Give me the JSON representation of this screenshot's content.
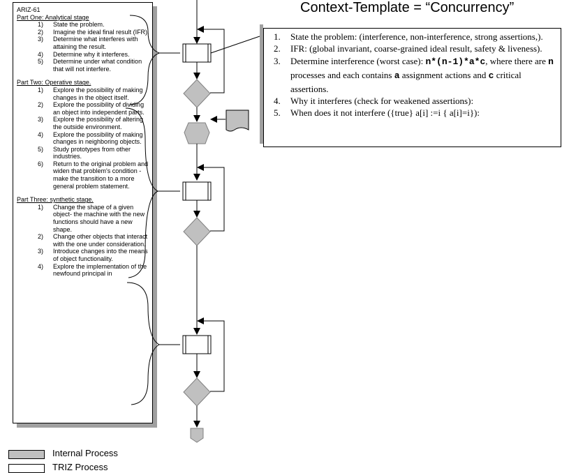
{
  "context_title": "Context-Template = “Concurrency”",
  "ariz": {
    "title": "ARIZ-61",
    "parts": [
      {
        "title": "Part One: Analytical stage",
        "steps": [
          {
            "num": "1)",
            "text": "State the problem."
          },
          {
            "num": "2)",
            "text": "Imagine the ideal final result (IFR)."
          },
          {
            "num": "3)",
            "text": "Determine what interferes with attaining the result."
          },
          {
            "num": "4)",
            "text": "Determine why it interferes."
          },
          {
            "num": "5)",
            "text": "Determine under what condition that will not interfere."
          }
        ]
      },
      {
        "title": "Part Two: Operative stage.",
        "steps": [
          {
            "num": "1)",
            "text": "Explore the possibility of making changes in the object itself."
          },
          {
            "num": "2)",
            "text": "Explore the possibility of dividing an object into independent parts."
          },
          {
            "num": "3)",
            "text": "Explore the possibility of altering the outside environment."
          },
          {
            "num": "4)",
            "text": "Explore the possibility of making changes in neighboring objects."
          },
          {
            "num": "5)",
            "text": "Study prototypes from other industries."
          },
          {
            "num": "6)",
            "text": "Return to the original problem and widen that problem's condition - make the transition to a more general problem statement."
          }
        ]
      },
      {
        "title": "Part Three: synthetic stage.",
        "steps": [
          {
            "num": "1)",
            "text": "Change the shape of a given object- the machine with the new functions should have a new shape."
          },
          {
            "num": "2)",
            "text": "Change other objects that interact with the one under consideration."
          },
          {
            "num": "3)",
            "text": "Introduce changes into the means of object functionality."
          },
          {
            "num": "4)",
            "text": "Explore the implementation of the newfound principal in"
          }
        ]
      }
    ]
  },
  "context": {
    "items": [
      {
        "num": "1.",
        "text": "State the problem: (interference, non-interference, strong assertions,)."
      },
      {
        "num": "2.",
        "text": "IFR: (global invariant, coarse-grained ideal result, safety & liveness)."
      },
      {
        "num": "3.",
        "pre": "Determine interference (worst case): ",
        "formula": "n*(n-1)*a*c",
        "mid1": ", where there are ",
        "var_n": "n",
        "mid2": " processes and each contains ",
        "var_a": "a",
        "mid3": " assignment actions and ",
        "var_c": "c",
        "post": " critical assertions."
      },
      {
        "num": "4.",
        "text": "Why it interferes (check for weakened assertions):"
      },
      {
        "num": "5.",
        "text": "When does it not interfere ({true} a[i] :=i { a[i]=i}):"
      }
    ]
  },
  "legend": {
    "internal": "Internal Process",
    "triz": "TRIZ Process"
  },
  "colors": {
    "internal_fill": "#c0c0c0",
    "triz_fill": "#ffffff",
    "shadow": "#a0a0a0",
    "line": "#000000"
  }
}
